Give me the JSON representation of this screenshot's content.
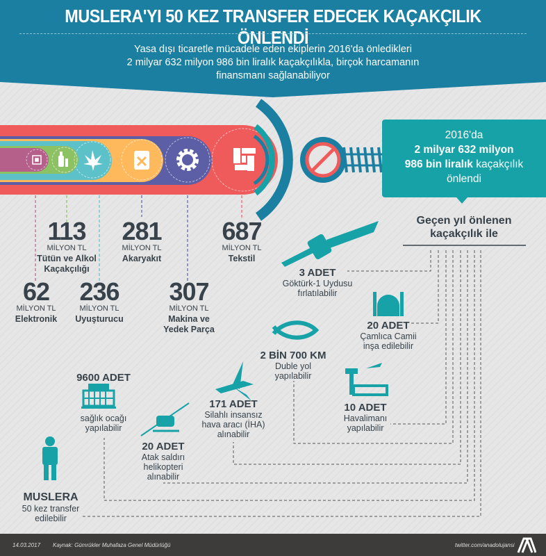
{
  "header": {
    "title": "MUSLERA'YI 50 KEZ TRANSFER EDECEK KAÇAKÇILIK ÖNLENDİ",
    "subtitle": [
      "Yasa dışı ticaretle mücadele eden ekiplerin 2016'da önledikleri",
      "2 milyar 632 milyon 986 bin liralık kaçakçılıkla, birçok harcamanın",
      "finansmanı sağlanabiliyor"
    ]
  },
  "colors": {
    "header": "#1b7fa1",
    "teal": "#17a2a8",
    "red": "#ef5b5b",
    "purple": "#5c5ea6",
    "yellow": "#fdb95c",
    "cyan": "#5cc1c9",
    "green": "#8cc164",
    "magenta": "#b4608b",
    "text": "#37424a"
  },
  "categories": [
    {
      "value": "62",
      "unit": "MİLYON TL",
      "label": "Elektronik",
      "icon": "chip-icon"
    },
    {
      "value": "113",
      "unit": "MİLYON TL",
      "label": "Tütün ve Alkol Kaçakçılığı",
      "icon": "bottle-cigarette-icon"
    },
    {
      "value": "236",
      "unit": "MİLYON TL",
      "label": "Uyuşturucu",
      "icon": "cannabis-icon"
    },
    {
      "value": "281",
      "unit": "MİLYON TL",
      "label": "Akaryakıt",
      "icon": "fuel-can-icon"
    },
    {
      "value": "307",
      "unit": "MİLYON TL",
      "label": "Makina ve Yedek Parça",
      "icon": "gear-icon"
    },
    {
      "value": "687",
      "unit": "MİLYON TL",
      "label": "Tekstil",
      "icon": "textile-icon"
    }
  ],
  "summary": {
    "line1": "2016'da",
    "bold1": "2 milyar 632 milyon",
    "bold2": "986 bin liralık",
    "rest2": " kaçakçılık",
    "line4": "önlendi"
  },
  "comparison": {
    "heading1": "Geçen yıl önlenen",
    "heading2": "kaçakçılık ile",
    "items": [
      {
        "amount": "3 ADET",
        "desc": [
          "Göktürk-1 Uydusu",
          "fırlatılabilir"
        ],
        "icon": "satellite-icon"
      },
      {
        "amount": "20 ADET",
        "desc": [
          "Çamlıca Camii",
          "inşa edilebilir"
        ],
        "icon": "mosque-icon"
      },
      {
        "amount": "10 ADET",
        "desc": [
          "Havalimanı",
          "yapılabilir"
        ],
        "icon": "airport-icon"
      },
      {
        "amount": "2 BİN 700 KM",
        "desc": [
          "Duble yol",
          "yapılabilir"
        ],
        "icon": "road-icon"
      },
      {
        "amount": "171 ADET",
        "desc": [
          "Silahlı insansız",
          "hava aracı (İHA)",
          "alınabilir"
        ],
        "icon": "drone-icon"
      },
      {
        "amount": "20 ADET",
        "desc": [
          "Atak saldırı",
          "helikopteri",
          "alınabilir"
        ],
        "icon": "helicopter-icon"
      },
      {
        "amount": "9600 ADET",
        "desc": [
          "sağlık ocağı",
          "yapılabilir"
        ],
        "icon": "hospital-icon"
      },
      {
        "amount": "MUSLERA",
        "desc": [
          "50 kez transfer",
          "edilebilir"
        ],
        "icon": "footballer-icon"
      }
    ]
  },
  "footer": {
    "date": "14.03.2017",
    "source": "Kaynak: Gümrükler Muhafaza Genel Müdürlüğü",
    "twitter": "twitter.com/anadolujansi",
    "logo_text": "AA"
  }
}
